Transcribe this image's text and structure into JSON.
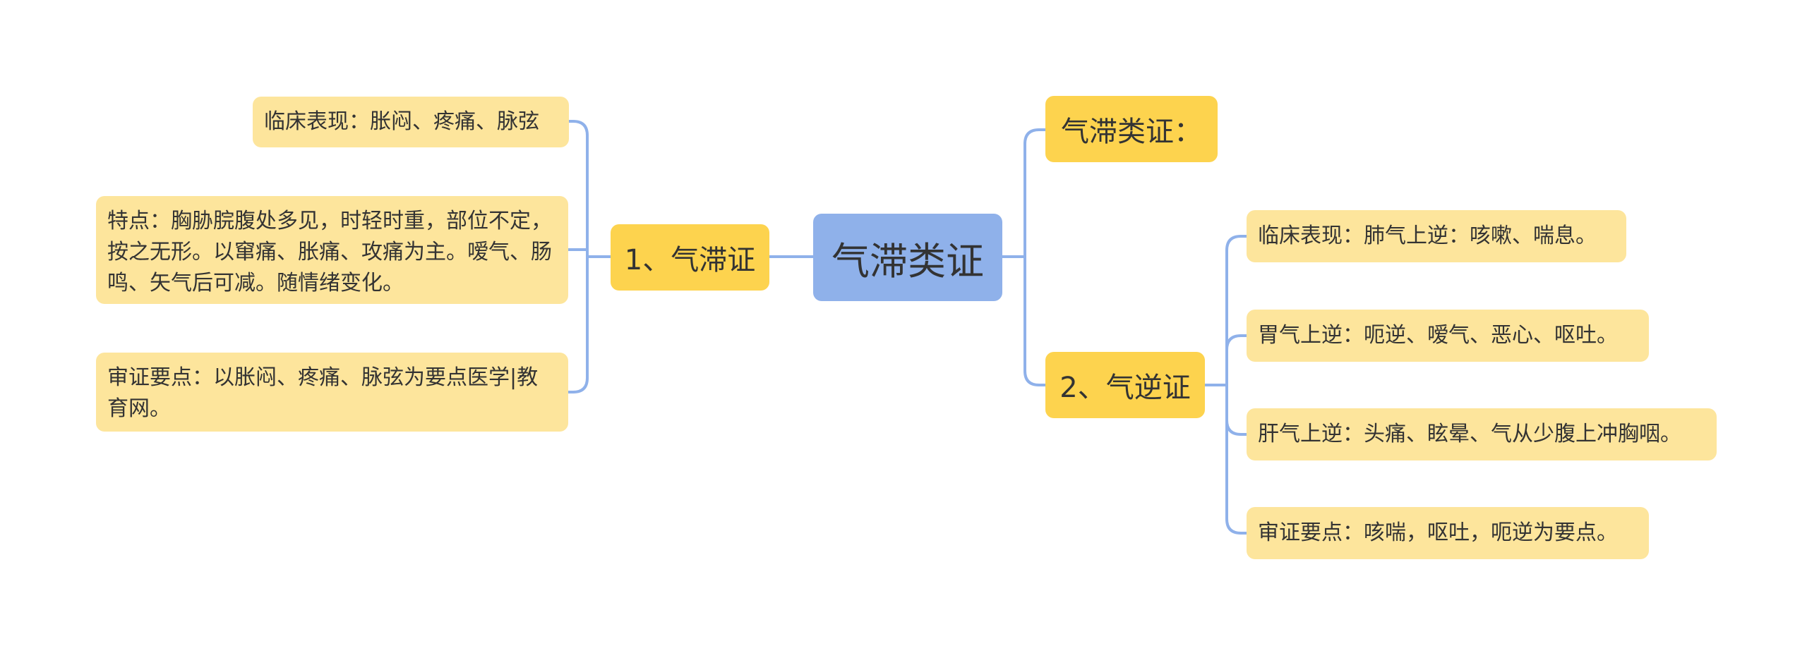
{
  "mindmap": {
    "root": {
      "label": "气滞类证"
    },
    "left_branch": {
      "label": "1、气滞证",
      "leaves": [
        "临床表现：胀闷、疼痛、脉弦",
        "特点：胸胁脘腹处多见，时轻时重，部位不定，按之无形。以窜痛、胀痛、攻痛为主。嗳气、肠鸣、矢气后可减。随情绪变化。",
        "审证要点：以胀闷、疼痛、脉弦为要点医学|教育网。"
      ]
    },
    "right_branch_a": {
      "label": "气滞类证："
    },
    "right_branch_b": {
      "label": "2、气逆证",
      "leaves": [
        "临床表现：肺气上逆：咳嗽、喘息。",
        "胃气上逆：呃逆、嗳气、恶心、呕吐。",
        "肝气上逆：头痛、眩晕、气从少腹上冲胸咽。",
        "审证要点：咳喘，呕吐，呃逆为要点。"
      ]
    }
  },
  "colors": {
    "root": "#8fb1ea",
    "branch": "#fdd34e",
    "leaf": "#fde59c",
    "connector": "#8fb1ea"
  }
}
